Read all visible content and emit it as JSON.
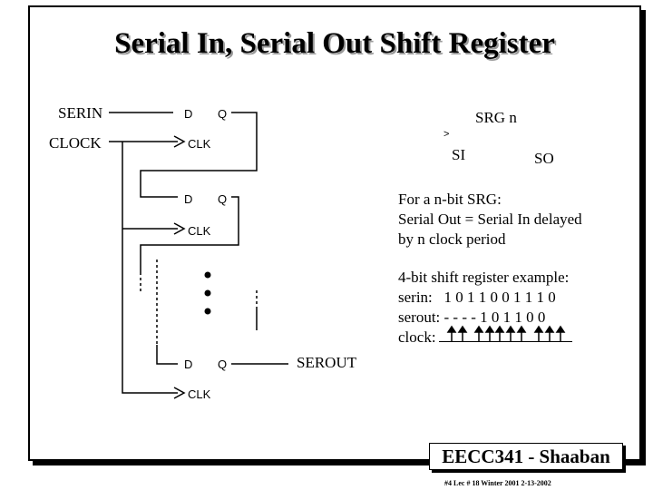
{
  "slide": {
    "title": "Serial In, Serial Out Shift Register"
  },
  "diagram": {
    "serin_label": "SERIN",
    "clock_label": "CLOCK",
    "serout_label": "SEROUT",
    "flipflops": [
      {
        "d": "D",
        "q": "Q",
        "clk": "CLK"
      },
      {
        "d": "D",
        "q": "Q",
        "clk": "CLK"
      },
      {
        "d": "D",
        "q": "Q",
        "clk": "CLK"
      }
    ],
    "srg_block": {
      "name": "SRG n",
      "clock_marker": ">",
      "input": "SI",
      "output": "SO"
    }
  },
  "notes": {
    "definition_lines": [
      "For a n-bit SRG:",
      "Serial Out = Serial In delayed",
      "by n clock period"
    ],
    "example_title": "4-bit shift register example:",
    "serin_row": "serin:   1 0 1 1 0 0 1 1 1 0",
    "serout_row": "serout: - - - - 1 0 1 1 0 0",
    "clock_row_label": "clock:"
  },
  "footer": {
    "course": "EECC341 - Shaaban",
    "lecture_info": "#4  Lec # 18  Winter 2001  2-13-2002"
  }
}
